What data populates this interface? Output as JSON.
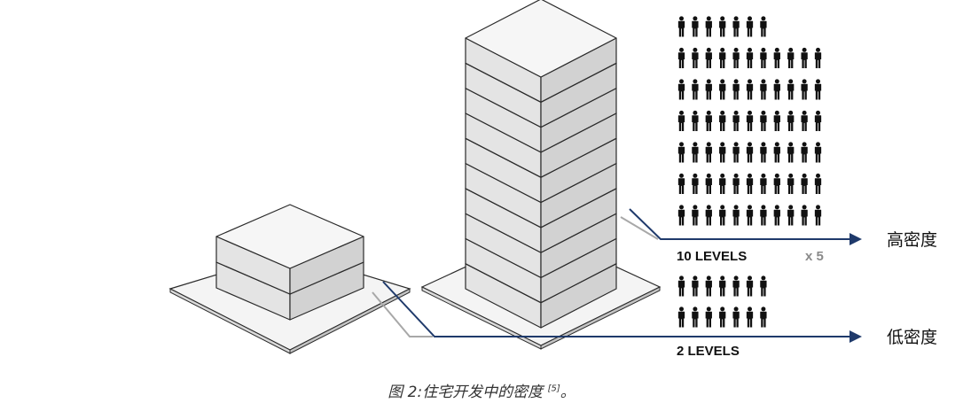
{
  "diagram": {
    "high_density": {
      "levels_label": "10 LEVELS",
      "multiplier": "x 5",
      "label": "高密度",
      "floors": 10,
      "people_rows": [
        7,
        11,
        11,
        11,
        11,
        11,
        11
      ]
    },
    "low_density": {
      "levels_label": "2 LEVELS",
      "label": "低密度",
      "floors": 2,
      "people_rows": [
        7,
        7
      ]
    },
    "colors": {
      "arrow": "#1f3a6b",
      "leader": "#a8a8a8",
      "outline": "#2b2b2b",
      "people": "#111111"
    }
  },
  "caption": {
    "text": "图 2:住宅开发中的密度",
    "ref": "[5]",
    "suffix": "。"
  }
}
